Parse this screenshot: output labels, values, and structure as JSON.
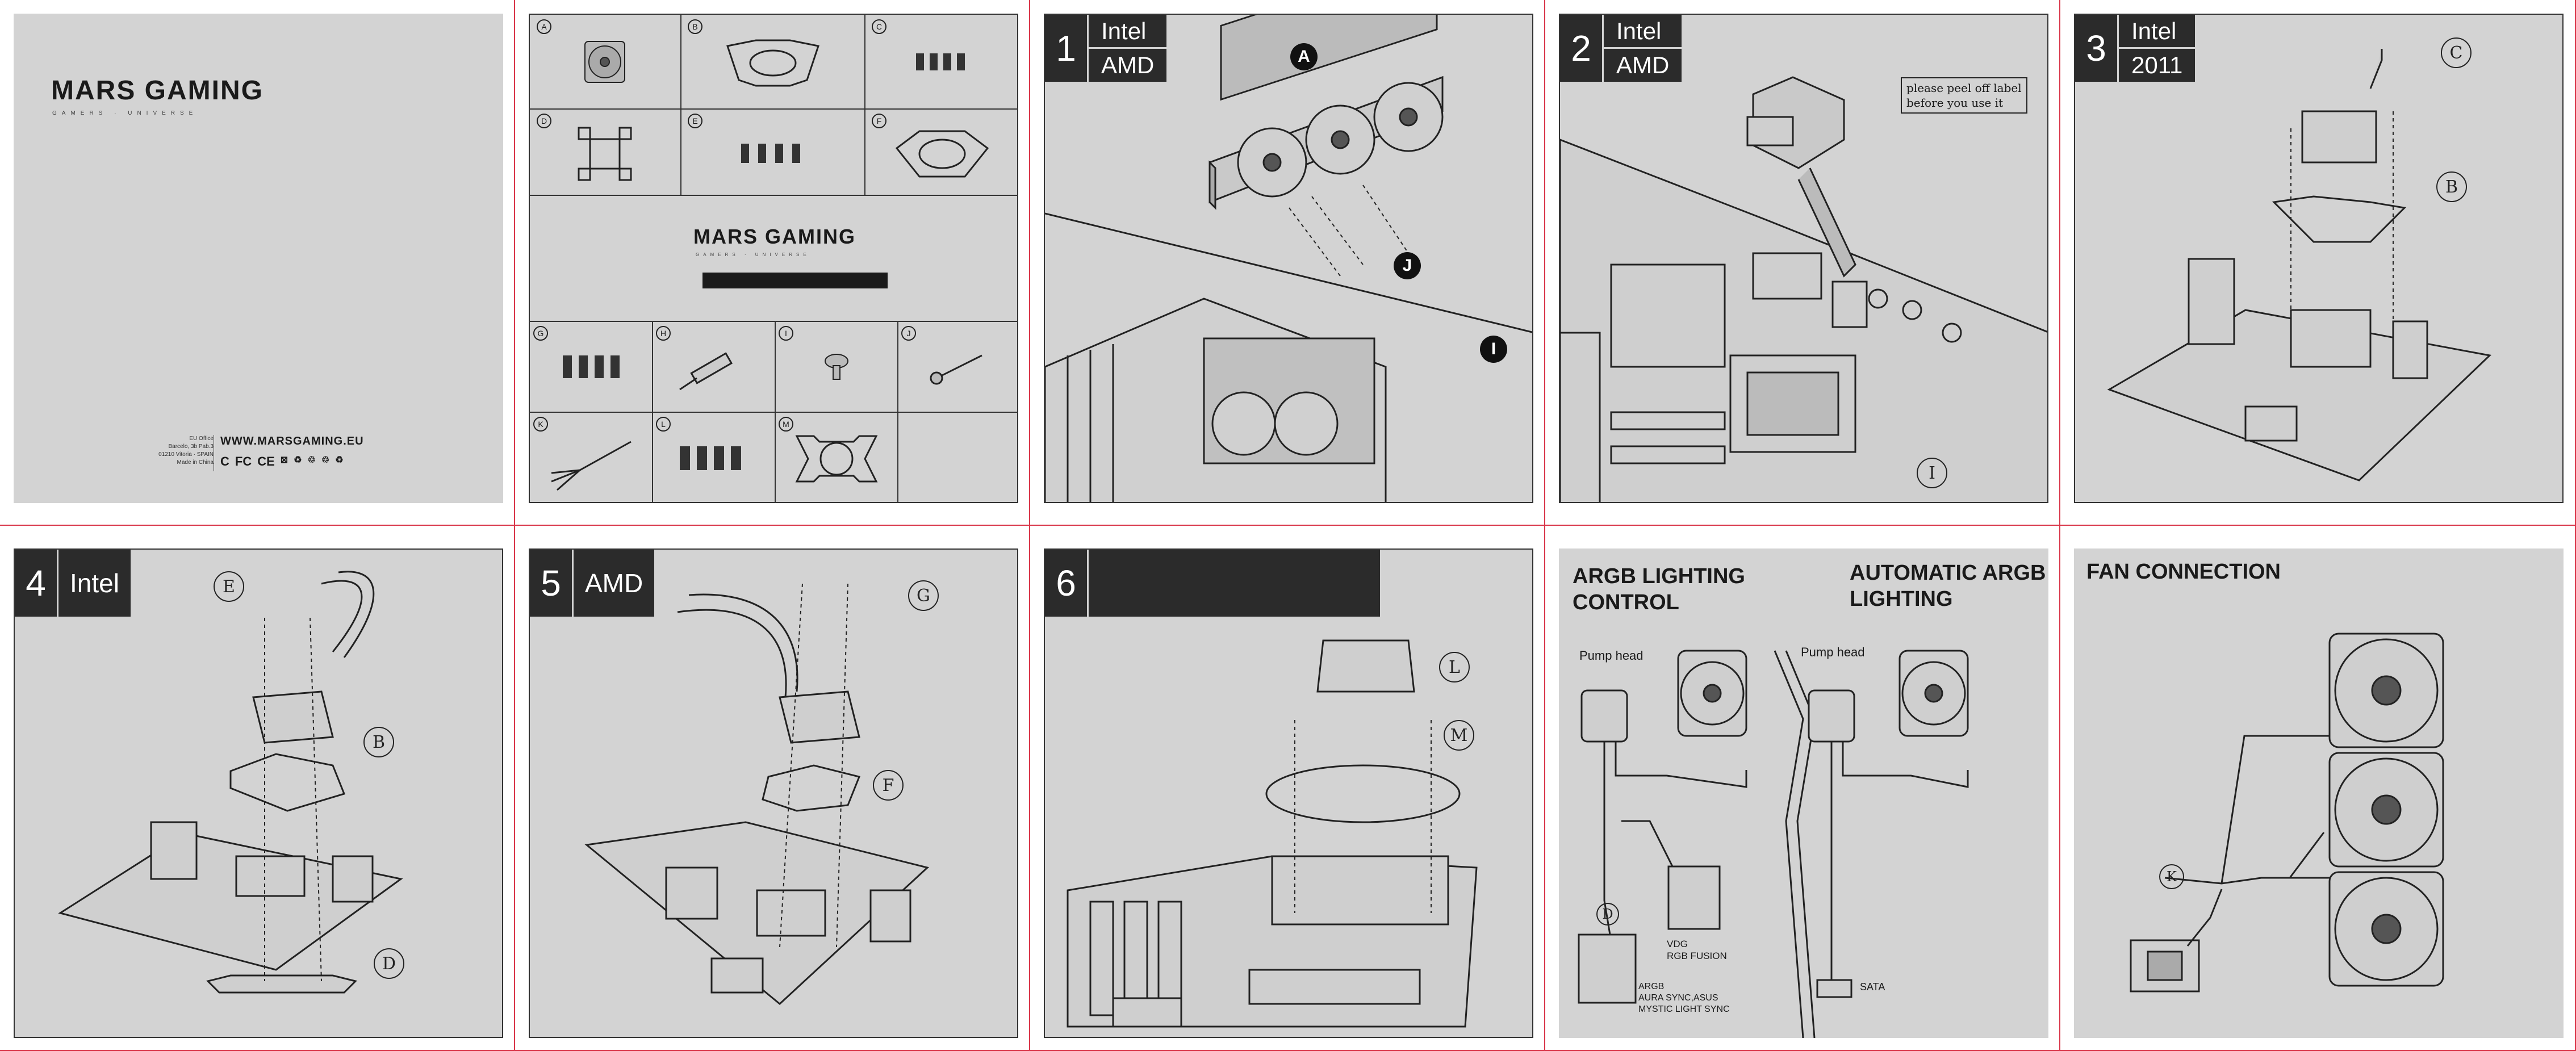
{
  "cover": {
    "brand": "MARS GAMING",
    "tagline": "GAMERS · UNIVERSE",
    "address": [
      "EU Office",
      "Barcelo, 3b Pab.3",
      "01210 Vitoria · SPAIN",
      "Made in China"
    ],
    "website": "WWW.MARSGAMING.EU",
    "cert_marks": [
      "C",
      "FC",
      "CE",
      "WEEE",
      "RoHS",
      "recycle",
      "recycle",
      "recycle"
    ]
  },
  "parts": {
    "top_row": [
      "A",
      "B",
      "C"
    ],
    "mid_row": [
      "D",
      "E",
      "F"
    ],
    "brand": "MARS GAMING",
    "tagline": "GAMERS · UNIVERSE",
    "row3": [
      "G",
      "H",
      "I",
      "J"
    ],
    "row4": [
      "K",
      "L",
      "M"
    ]
  },
  "steps": {
    "s1": {
      "num": "1",
      "labels": [
        "Intel",
        "AMD"
      ],
      "callouts": [
        "A",
        "J",
        "I"
      ]
    },
    "s2": {
      "num": "2",
      "labels": [
        "Intel",
        "AMD"
      ],
      "note": [
        "please peel off label",
        "before you use it"
      ],
      "callout": "I"
    },
    "s3": {
      "num": "3",
      "labels": [
        "Intel",
        "2011"
      ],
      "callouts": [
        "C",
        "B"
      ]
    },
    "s4": {
      "num": "4",
      "label": "Intel",
      "callouts": [
        "E",
        "B",
        "D"
      ]
    },
    "s5": {
      "num": "5",
      "label": "AMD",
      "callouts": [
        "G",
        "F"
      ]
    },
    "s6": {
      "num": "6",
      "callouts": [
        "L",
        "M"
      ]
    }
  },
  "argb": {
    "title_left": [
      "ARGB LIGHTING",
      "CONTROL"
    ],
    "title_right": [
      "AUTOMATIC ARGB",
      "LIGHTING"
    ],
    "pump_head": "Pump head",
    "pump_head_right": "Pump head",
    "connector_d": "D",
    "vdg_label": [
      "VDG",
      "RGB FUSION"
    ],
    "argb_label": [
      "ARGB",
      "AURA SYNC,ASUS",
      "MYSTIC LIGHT SYNC"
    ],
    "sata_label": "SATA"
  },
  "fan": {
    "title": "FAN CONNECTION",
    "callout": "K"
  }
}
